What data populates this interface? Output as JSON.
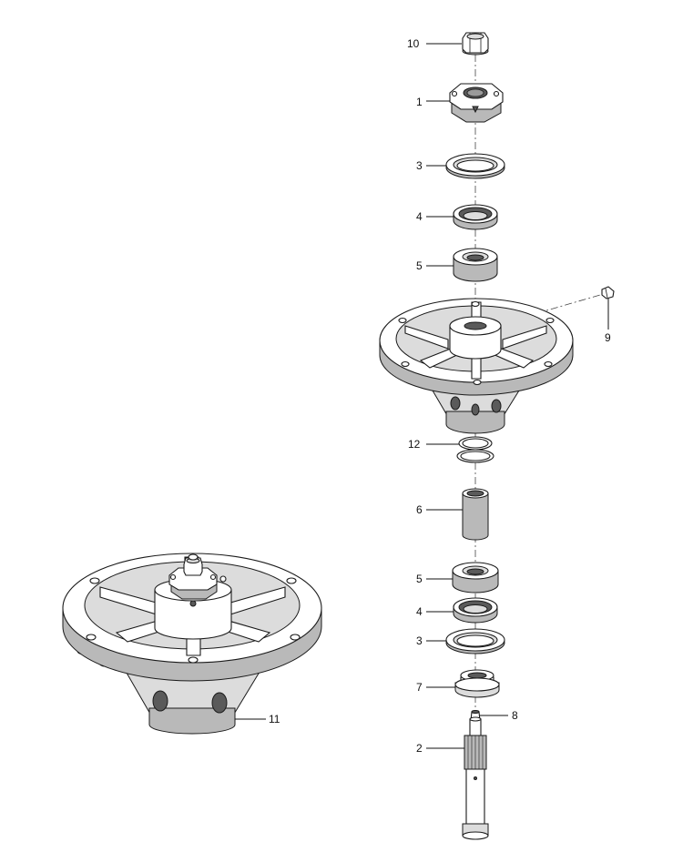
{
  "callouts": {
    "c10": "10",
    "c1": "1",
    "c3_top": "3",
    "c4_top": "4",
    "c5_top": "5",
    "c9": "9",
    "c12": "12",
    "c6": "6",
    "c5_bottom": "5",
    "c4_bottom": "4",
    "c3_bottom": "3",
    "c7": "7",
    "c8": "8",
    "c2": "2",
    "c11": "11"
  }
}
